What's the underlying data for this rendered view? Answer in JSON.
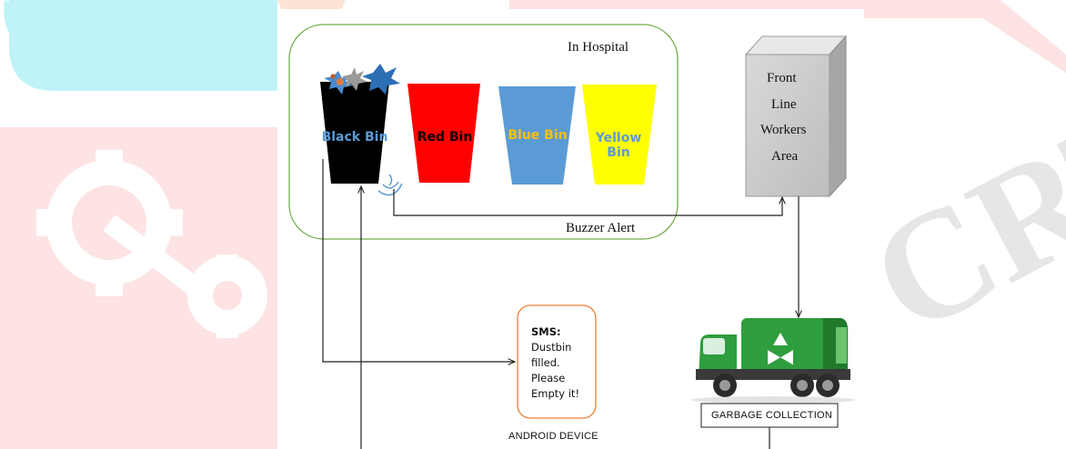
{
  "hospital": {
    "title": "In Hospital",
    "bins": [
      {
        "label": "Black Bin",
        "color": "#000000",
        "text_color": "#5b9bd5"
      },
      {
        "label": "Red Bin",
        "color": "#ff0000",
        "text_color": "#000000"
      },
      {
        "label": "Blue Bin",
        "color": "#5b9bd5",
        "text_color": "#ffc000"
      },
      {
        "label": "Yellow Bin",
        "color": "#ffff00",
        "text_color": "#5b9bd5"
      }
    ]
  },
  "workers_area": {
    "line1": "Front",
    "line2": "Line",
    "line3": "Workers",
    "line4": "Area"
  },
  "buzzer_label": "Buzzer Alert",
  "sms": {
    "heading": "SMS:",
    "line1": "Dustbin",
    "line2": "filled.",
    "line3": "Please",
    "line4": "Empty it!"
  },
  "android_label": "ANDROID DEVICE",
  "garbage_label": "GARBAGE COLLECTION",
  "colors": {
    "hospital_border": "#70ad47",
    "sms_border": "#ed7d31",
    "truck_green": "#2e9e3e",
    "workers_box": "#c8c8c8",
    "watermark_cyan": "#bff3f8",
    "watermark_pink": "#fbd5d5",
    "watermark_grey": "#e4e4e4"
  },
  "icons": [
    "recycle-icon",
    "garbage-truck-icon",
    "wifi-signal-icon",
    "explosion-icon"
  ]
}
